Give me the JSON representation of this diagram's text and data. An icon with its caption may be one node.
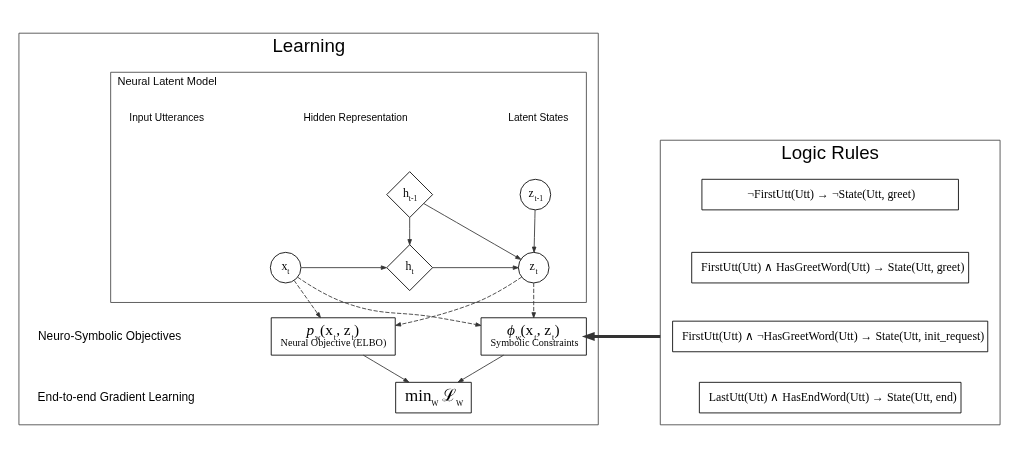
{
  "diagram": {
    "nodes": [
      {
        "text": [
          "Learning"
        ]
      },
      {
        "text": [
          "Neural Latent Model"
        ],
        "in": 0
      },
      {
        "text": [
          "x$_{t}$"
        ],
        "in": 1
      },
      {
        "text": [
          "h$_{t-1}$"
        ],
        "in": 1
      },
      {
        "text": [
          "h$_{t}$"
        ],
        "in": 1
      },
      {
        "text": [
          "z$_{t-1}$"
        ],
        "in": 1
      },
      {
        "text": [
          "z$_{t}$"
        ],
        "in": 1
      },
      {
        "text": [
          "*p*$_{w}$(x$_{t}$, z$_{t}$)",
          "Neural Objective (ELBO)"
        ],
        "in": 0
      },
      {
        "text": [
          "*ϕ*$_{w}$(x$_{t}$, z$_{t}$)",
          "Symbolic Constraints"
        ],
        "in": 0
      },
      {
        "text": [
          "min$_{W}$ ℒ$_{W}$"
        ],
        "in": 0
      },
      {
        "text": [
          "Logic Rules"
        ]
      },
      {
        "text": [
          "¬FirstUtt(Utt) → ¬State(Utt, greet)"
        ],
        "in": 10
      },
      {
        "text": [
          "FirstUtt(Utt) ∧ HasGreetWord(Utt) → State(Utt, greet)"
        ],
        "in": 10
      },
      {
        "text": [
          "FirstUtt(Utt) ∧ ¬HasGreetWord(Utt) → State(Utt, init_request)"
        ],
        "in": 10
      },
      {
        "text": [
          "LastUtt(Utt) ∧ HasEndWord(Utt) → State(Utt, end)"
        ],
        "in": 10
      }
    ],
    "edges": [
      {
        "from": 2,
        "to": 4,
        "arrow": "to"
      },
      {
        "from": 3,
        "to": 4,
        "arrow": "to"
      },
      {
        "from": 3,
        "to": 6,
        "arrow": "to"
      },
      {
        "from": 5,
        "to": 6,
        "arrow": "to"
      },
      {
        "from": 4,
        "to": 6,
        "arrow": "to"
      },
      {
        "from": 2,
        "to": 7,
        "arrow": "to",
        "style": "dashed"
      },
      {
        "from": 2,
        "to": 8,
        "arrow": "to",
        "style": "dashed"
      },
      {
        "from": 6,
        "to": 7,
        "arrow": "to",
        "style": "dashed"
      },
      {
        "from": 6,
        "to": 8,
        "arrow": "to",
        "style": "dashed"
      },
      {
        "from": 7,
        "to": 9,
        "arrow": "to"
      },
      {
        "from": 8,
        "to": 9,
        "arrow": "to"
      },
      {
        "from": 10,
        "to": 8,
        "arrow": "to",
        "style": "thick"
      }
    ],
    "labels": [
      "Input Utterances",
      "Hidden Representation",
      "Latent States",
      "Neuro-Symbolic Objectives",
      "End-to-end Gradient Learning"
    ]
  }
}
